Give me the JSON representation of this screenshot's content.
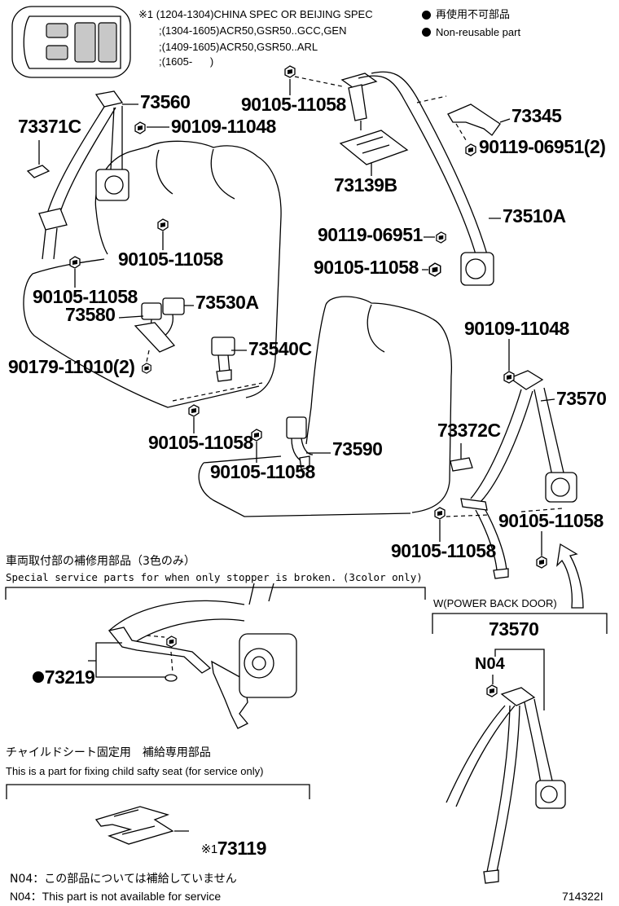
{
  "diagram": {
    "spec_notes": [
      "※1 (1204-1304)CHINA SPEC OR BEIJING SPEC",
      ";(1304-1605)ACR50,GSR50..GCC,GEN",
      ";(1409-1605)ACR50,GSR50..ARL",
      ";(1605-      )"
    ],
    "legend": {
      "marker_icon": "filled-circle-icon",
      "non_reusable_ja": "再使用不可部品",
      "non_reusable_en": "Non-reusable part"
    },
    "callouts": [
      "73560",
      "90109-11048",
      "73371C",
      "90105-11058",
      "73345",
      "90119-06951(2)",
      "73139B",
      "73510A",
      "90119-06951",
      "90105-11058",
      "90105-11058",
      "90105-11058",
      "73580",
      "73530A",
      "90179-11010(2)",
      "73540C",
      "90109-11048",
      "73570",
      "73372C",
      "90105-11058",
      "73590",
      "90105-11058",
      "90105-11058",
      "90105-11058"
    ],
    "service_parts": {
      "title_ja": "車両取付部の補修用部品（3色のみ）",
      "title_en": "Special service parts for when only stopper is broken. (3color only)",
      "part_number": "73219",
      "non_reusable": true
    },
    "power_back_door": {
      "condition": "W(POWER BACK DOOR)",
      "part_number": "73570",
      "note_code": "N04"
    },
    "child_seat": {
      "title_ja": "チャイルドシート固定用　補給専用部品",
      "title_en": "This is a part for fixing child safty seat (for service only)",
      "marker": "※1",
      "part_number": "73119"
    },
    "footnotes": [
      "N04：この部品については補給していません",
      "N04：This part is not available for service"
    ],
    "figure_id": "714322I"
  }
}
